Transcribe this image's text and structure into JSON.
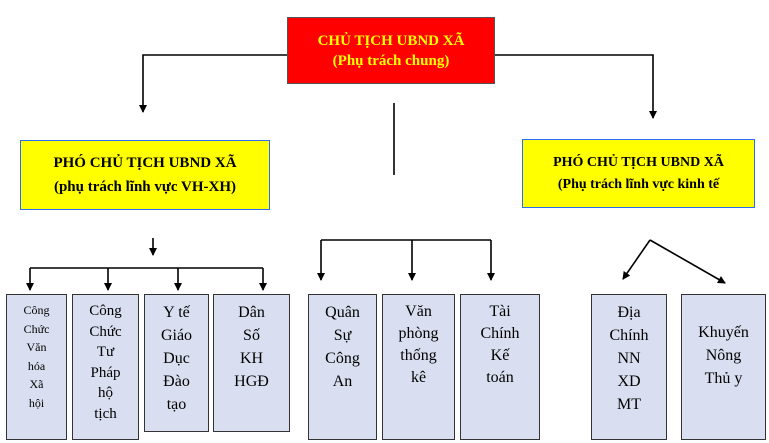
{
  "top": {
    "line1": "CHỦ TỊCH UBND XÃ",
    "line2": "(Phụ trách chung)"
  },
  "vice_left": {
    "line1": "PHÓ CHỦ TỊCH UBND XÃ",
    "line2": "(phụ trách lĩnh vực VH-XH)"
  },
  "vice_right": {
    "line1": "PHÓ CHỦ TỊCH UBND XÃ",
    "line2": "(Phụ trách lĩnh vực kinh tế"
  },
  "departments": [
    {
      "lines": [
        "Công",
        "Chức",
        "Văn",
        "hóa",
        "Xã",
        "hội"
      ]
    },
    {
      "lines": [
        "Công",
        "Chức",
        "Tư",
        "Pháp",
        "hộ",
        "tịch"
      ]
    },
    {
      "lines": [
        "Y tế",
        "Giáo",
        "Dục",
        "Đào",
        "tạo"
      ]
    },
    {
      "lines": [
        "Dân",
        "Số",
        "KH",
        "HGĐ"
      ]
    },
    {
      "lines": [
        "Quân",
        "Sự",
        "Công",
        "An"
      ]
    },
    {
      "lines": [
        "Văn",
        "phòng",
        "thống",
        "kê"
      ]
    },
    {
      "lines": [
        "Tài",
        "Chính",
        "Kế",
        "toán"
      ]
    },
    {
      "lines": [
        "Địa",
        "Chính",
        "NN",
        "XD",
        "MT"
      ]
    },
    {
      "lines": [
        "Khuyến",
        "Nông",
        "Thủ y"
      ]
    }
  ],
  "colors": {
    "top_fill": "#ff0000",
    "top_text": "#ffff00",
    "vice_fill": "#ffff00",
    "vice_border": "#2a6ef0",
    "dept_fill": "#d9dff0",
    "line": "#000000"
  }
}
